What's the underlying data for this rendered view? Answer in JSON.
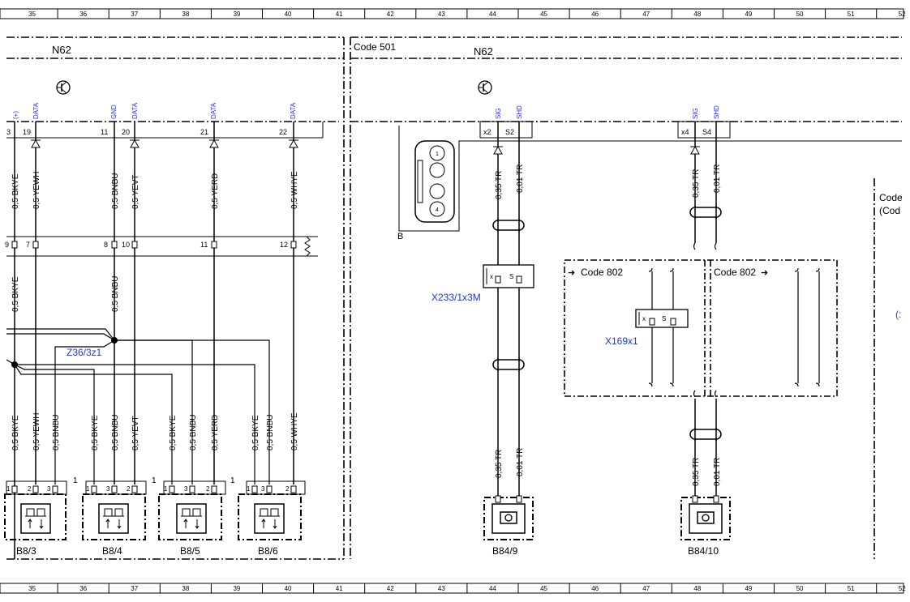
{
  "ruler": {
    "columns": [
      "35",
      "36",
      "37",
      "38",
      "39",
      "40",
      "41",
      "42",
      "43",
      "44",
      "45",
      "46",
      "47",
      "48",
      "49",
      "50",
      "51",
      "52"
    ]
  },
  "left_module": {
    "name": "N62",
    "pin_functions": [
      "(+)",
      "DATA",
      "GND",
      "DATA",
      "DATA",
      "DATA"
    ],
    "pins_top": [
      "3",
      "19",
      "11",
      "20",
      "21",
      "22"
    ],
    "wires_top": [
      "0,5 BKYE",
      "0,5 YEWH",
      "0,5 BNBU",
      "0,5 YEVT",
      "0,5 YERD",
      "0,5 WHYE"
    ],
    "pins_mid": [
      "9",
      "7",
      "8",
      "10",
      "11",
      "12"
    ],
    "wires_mid": [
      "0,5 BKYE",
      "0,5 BNBU"
    ],
    "splice": "Z36/3z1",
    "wires_bottom": [
      "0,5 BKYE",
      "0,5 YEWH",
      "0,5 BNBU",
      "0,5 BKYE",
      "0,5 BNBU",
      "0,5 YEVT",
      "0,5 BKYE",
      "0,5 BNBU",
      "0,5 YERD",
      "0,5 BKYE",
      "0,5 BNBU",
      "0,5 WHYE"
    ],
    "sensor_pins": [
      "1",
      "2",
      "3",
      "1",
      "3",
      "2",
      "1",
      "3",
      "2",
      "1",
      "3",
      "2"
    ],
    "sensor_corner": [
      "1",
      "1",
      "1"
    ],
    "sensors": [
      "B8/3",
      "B8/4",
      "B8/5",
      "B8/6"
    ]
  },
  "right_module": {
    "code": "Code 501",
    "name": "N62",
    "connector_label": "B",
    "connector_pins": [
      "1",
      "4"
    ],
    "pin_functions": [
      "SIG",
      "SHD",
      "SIG",
      "SHD"
    ],
    "pin_refs": [
      "x2",
      "S2",
      "x4",
      "S4"
    ],
    "wires_a": [
      "0,35 TR",
      "0,01 TR"
    ],
    "wires_b": [
      "0,35 TR",
      "0,01 TR"
    ],
    "connector_a": "X233/1x3M",
    "connector_a_pins": [
      "x",
      "S"
    ],
    "code_left": "Code 802",
    "code_right": "Code 802",
    "connector_b": "X169x1",
    "connector_b_pins": [
      "x",
      "S"
    ],
    "wires_a_bottom": [
      "0,35 TR",
      "0,01 TR"
    ],
    "wires_b_bottom": [
      "0,35 TR",
      "0,01 TR"
    ],
    "cameras": [
      "B84/9",
      "B84/10"
    ],
    "edge_labels": [
      "Code",
      "(Cod",
      "(:"
    ]
  }
}
